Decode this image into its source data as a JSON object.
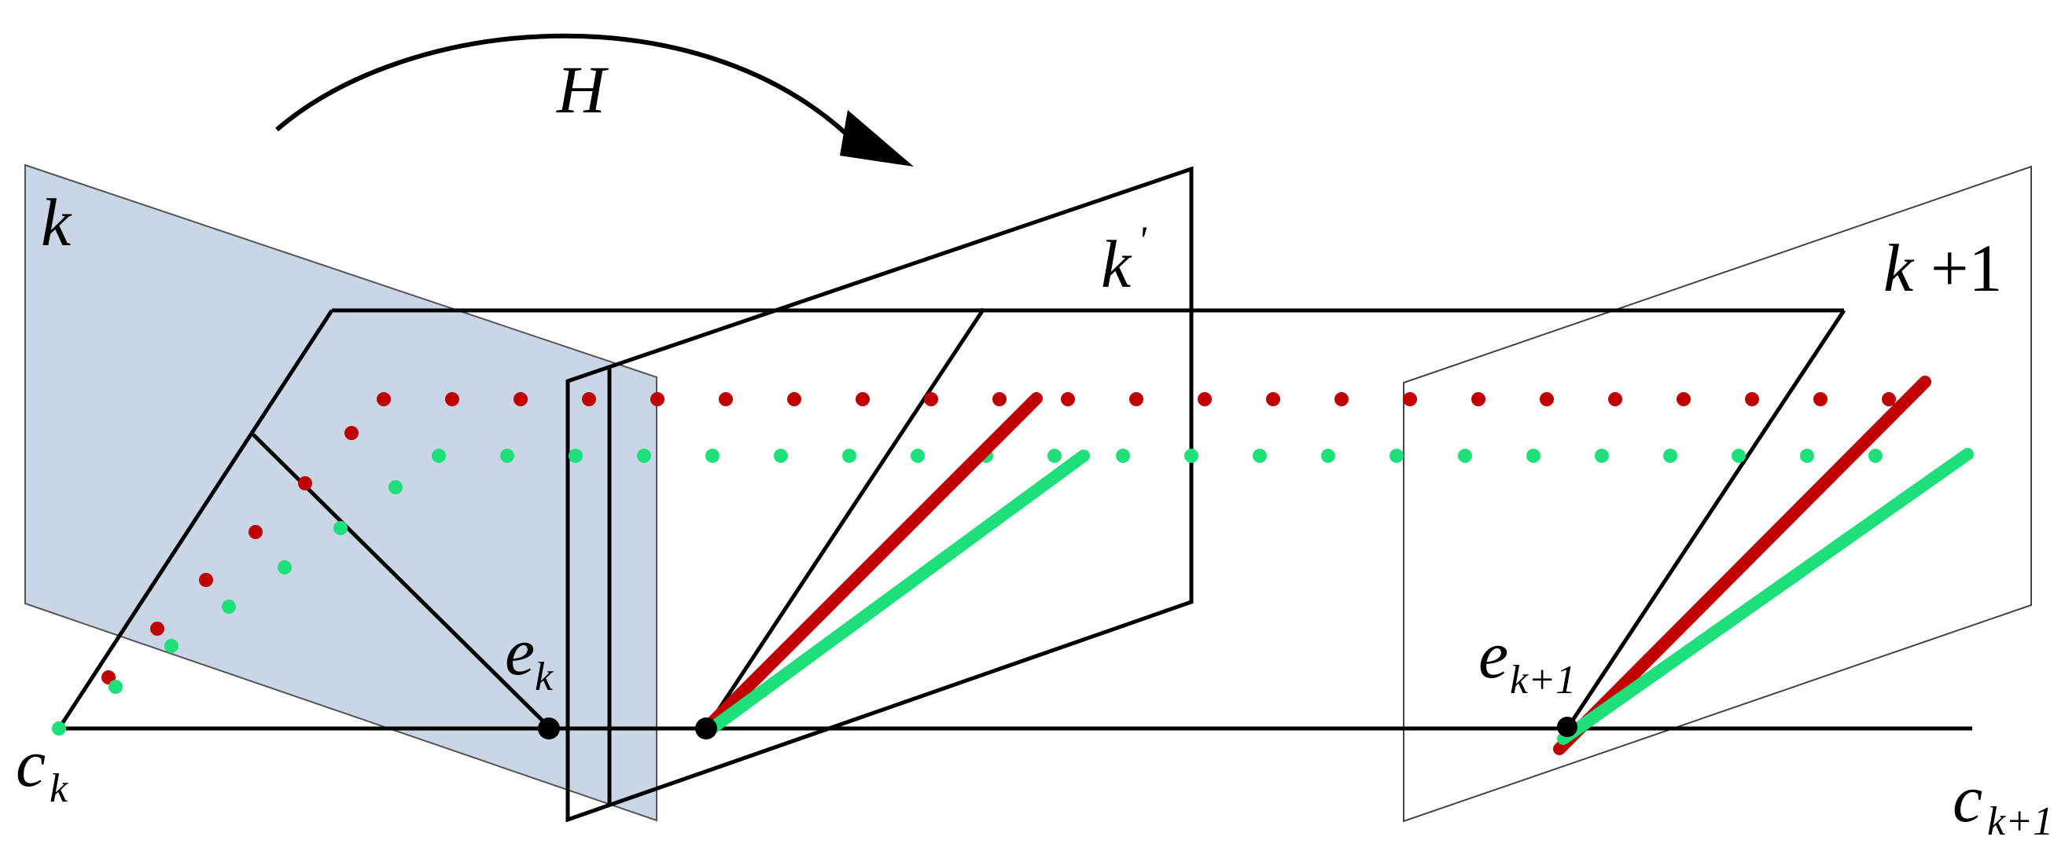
{
  "labels": {
    "transform": "H",
    "plane_k_main": "k",
    "plane_kprime_main": "k",
    "plane_kprime_prime": "'",
    "plane_k1_main": "k",
    "plane_k1_suffix": "+1",
    "camera_k_main": "c",
    "camera_k_sub": "k",
    "camera_k1_main": "c",
    "camera_k1_sub": "k+1",
    "epipole_k_main": "e",
    "epipole_k_sub": "k",
    "epipole_k1_main": "e",
    "epipole_k1_sub": "k+1"
  },
  "colors": {
    "plane_k_fill": "#c8d6e5",
    "red": "#c00000",
    "green": "#1ee07a",
    "stroke": "#000000"
  }
}
